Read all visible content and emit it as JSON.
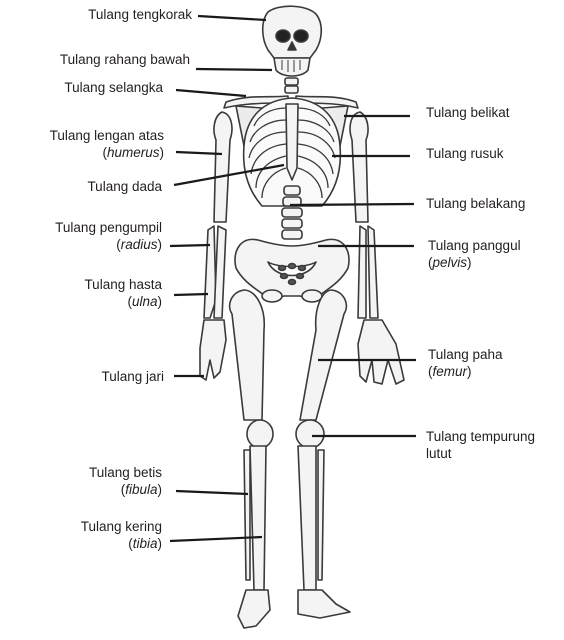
{
  "labels": {
    "tengkorak": "Tulang tengkorak",
    "rahang_bawah": "Tulang rahang bawah",
    "selangka": "Tulang selangka",
    "lengan_atas": "Tulang lengan atas",
    "humerus": "humerus",
    "dada": "Tulang dada",
    "pengumpil": "Tulang pengumpil",
    "radius": "radius",
    "hasta": "Tulang hasta",
    "ulna": "ulna",
    "jari": "Tulang jari",
    "betis": "Tulang betis",
    "fibula": "fibula",
    "kering": "Tulang kering",
    "tibia": "tibia",
    "belikat": "Tulang belikat",
    "rusuk": "Tulang rusuk",
    "belakang": "Tulang belakang",
    "panggul": "Tulang panggul",
    "pelvis": "pelvis",
    "paha": "Tulang paha",
    "femur": "femur",
    "tempurung_1": "Tulang tempurung",
    "tempurung_2": "lutut"
  }
}
